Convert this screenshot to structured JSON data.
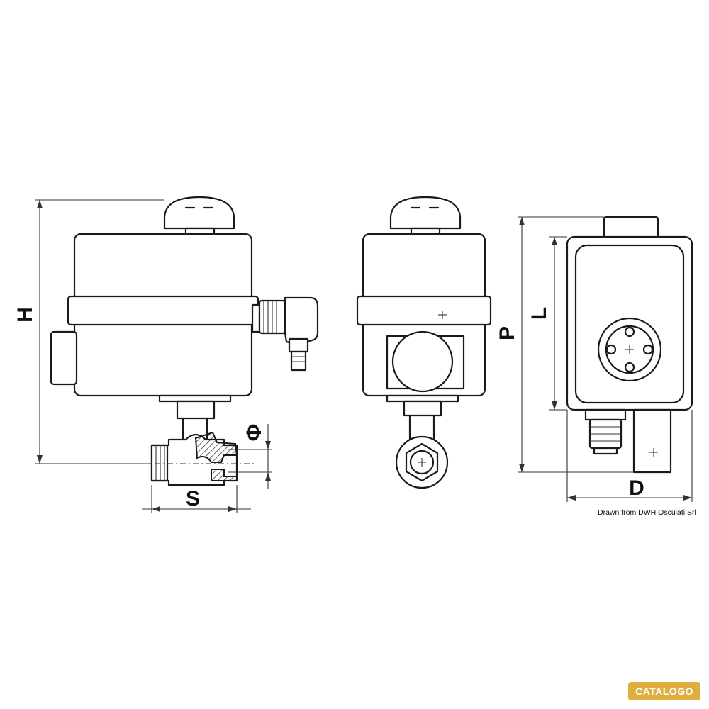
{
  "dimensions": {
    "height": "H",
    "bore_diameter": "Φ",
    "thread_size": "S",
    "depth": "P",
    "length": "L",
    "diameter": "D"
  },
  "credit": "Drawn from DWH Osculati Srl",
  "watermark": "CATALOGO"
}
